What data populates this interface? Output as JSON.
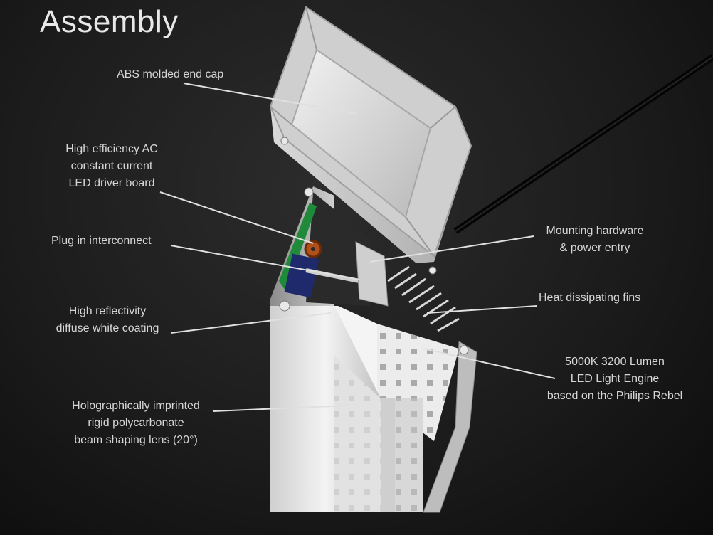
{
  "title": "Assembly",
  "labels": {
    "end_cap": [
      "ABS molded end cap"
    ],
    "driver_board": [
      "High efficiency AC",
      "constant current",
      "LED driver board"
    ],
    "interconnect": [
      "Plug in interconnect"
    ],
    "coating": [
      "High reflectivity",
      "diffuse white coating"
    ],
    "lens": [
      "Holographically imprinted",
      "rigid polycarbonate",
      "beam shaping lens (20°)"
    ],
    "mounting": [
      "Mounting hardware",
      "& power entry"
    ],
    "fins": [
      "Heat dissipating fins"
    ],
    "light_engine": [
      "5000K 3200 Lumen",
      "LED Light Engine",
      "based on the Philips Rebel"
    ]
  }
}
